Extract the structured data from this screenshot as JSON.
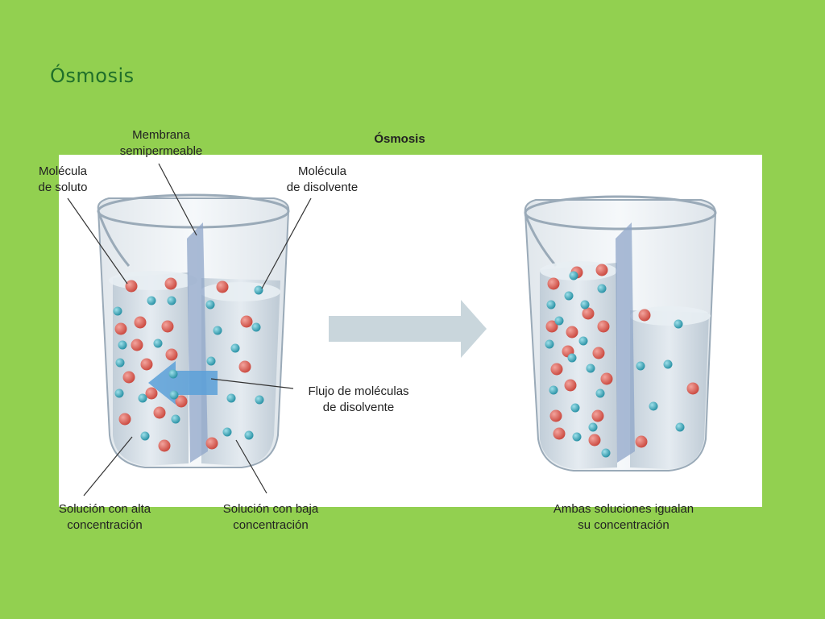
{
  "slide": {
    "title": "Ósmosis",
    "background": "#92d050"
  },
  "diagram": {
    "heading": "Ósmosis",
    "labels": {
      "membrane": [
        "Membrana",
        "semipermeable"
      ],
      "solute": [
        "Molécula",
        "de soluto"
      ],
      "solvent": [
        "Molécula",
        "de disolvente"
      ],
      "flow": [
        "Flujo de moléculas",
        "de disolvente"
      ],
      "high": [
        "Solución con alta",
        "concentración"
      ],
      "low": [
        "Solución con baja",
        "concentración"
      ],
      "equal": [
        "Ambas soluciones igualan",
        "su concentración"
      ]
    },
    "colors": {
      "solute": "#d9534f",
      "solvent": "#3aa6b9",
      "water": "#cfd8e3",
      "arrow": "#5aa0d8",
      "process_arrow": "#c9d6dc"
    }
  }
}
